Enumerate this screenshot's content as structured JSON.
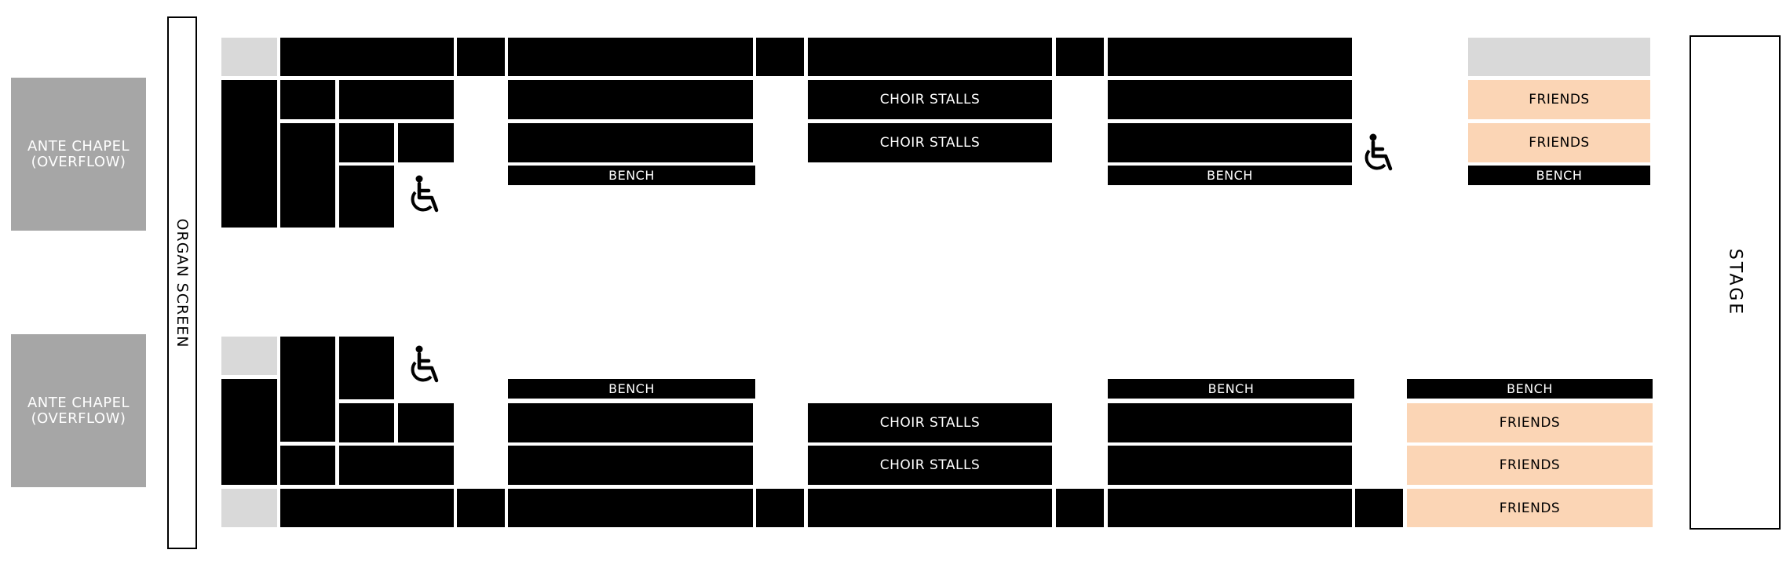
{
  "ante_chapel": {
    "top_label": "ANTE CHAPEL\n(OVERFLOW)",
    "bottom_label": "ANTE CHAPEL\n(OVERFLOW)"
  },
  "organ_screen": {
    "label": "ORGAN SCREEN"
  },
  "stage": {
    "label": "STAGE"
  },
  "labels": {
    "bench": "BENCH",
    "choir_stalls": "CHOIR STALLS",
    "friends": "FRIENDS"
  },
  "icons": {
    "accessible": "wheelchair-icon"
  },
  "colors": {
    "seat_block": "#000000",
    "reserved_grey": "#d9d9d9",
    "friends": "#fbd5b5",
    "ante_chapel": "#a6a6a6"
  }
}
